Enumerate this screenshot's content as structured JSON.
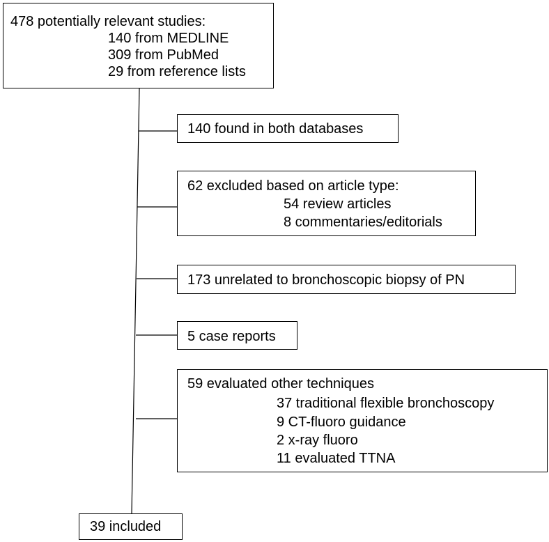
{
  "start": {
    "heading": "478 potentially relevant studies:",
    "items": [
      "140 from MEDLINE",
      "309 from PubMed",
      "29 from reference lists"
    ]
  },
  "exclusions": [
    {
      "heading": "140 found in both databases",
      "items": []
    },
    {
      "heading": "62 excluded based on article type:",
      "items": [
        "54 review articles",
        "8 commentaries/editorials"
      ]
    },
    {
      "heading": "173 unrelated to bronchoscopic biopsy of PN",
      "items": []
    },
    {
      "heading": "5 case reports",
      "items": []
    },
    {
      "heading": "59 evaluated other techniques",
      "items": [
        "37 traditional flexible bronchoscopy",
        "9 CT-fluoro guidance",
        "2 x-ray fluoro",
        "11 evaluated TTNA"
      ]
    }
  ],
  "result": {
    "heading": "39 included"
  }
}
